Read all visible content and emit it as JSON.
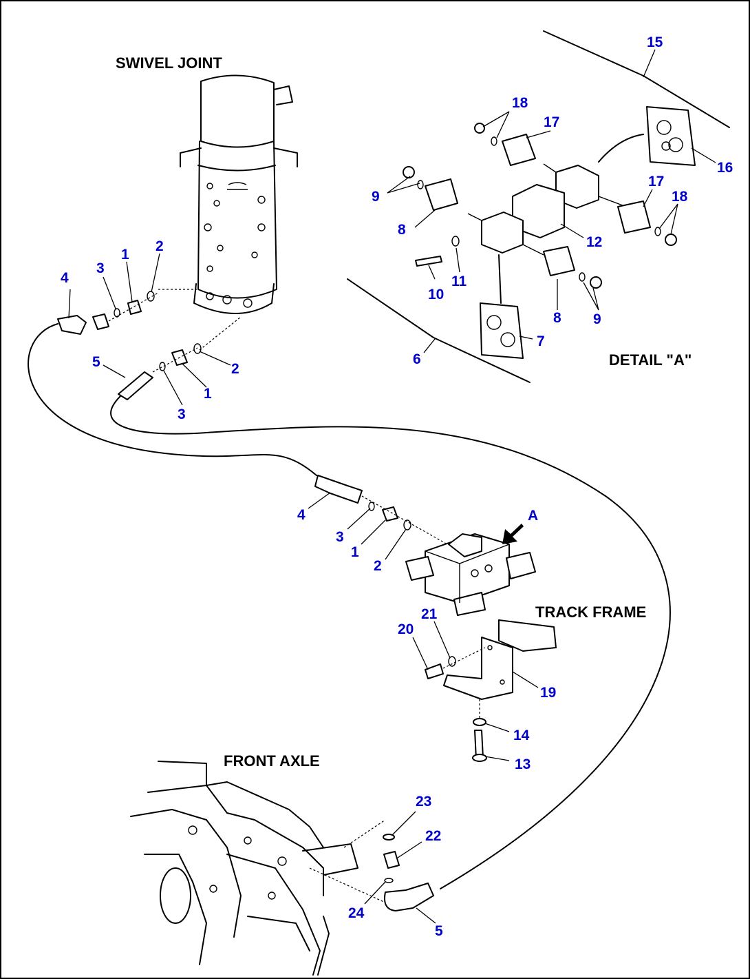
{
  "colors": {
    "callout": "#0000cc",
    "line": "#000000",
    "background": "#ffffff"
  },
  "headings": {
    "swivel_joint": "SWIVEL JOINT",
    "detail_a": "DETAIL \"A\"",
    "track_frame": "TRACK FRAME",
    "front_axle": "FRONT AXLE",
    "view_arrow": "A"
  },
  "callouts": [
    "15",
    "18",
    "17",
    "16",
    "9",
    "17",
    "18",
    "8",
    "12",
    "10",
    "11",
    "8",
    "9",
    "6",
    "7",
    "4",
    "3",
    "1",
    "2",
    "5",
    "3",
    "1",
    "2",
    "4",
    "3",
    "1",
    "2",
    "21",
    "20",
    "19",
    "14",
    "13",
    "23",
    "22",
    "24",
    "5"
  ]
}
